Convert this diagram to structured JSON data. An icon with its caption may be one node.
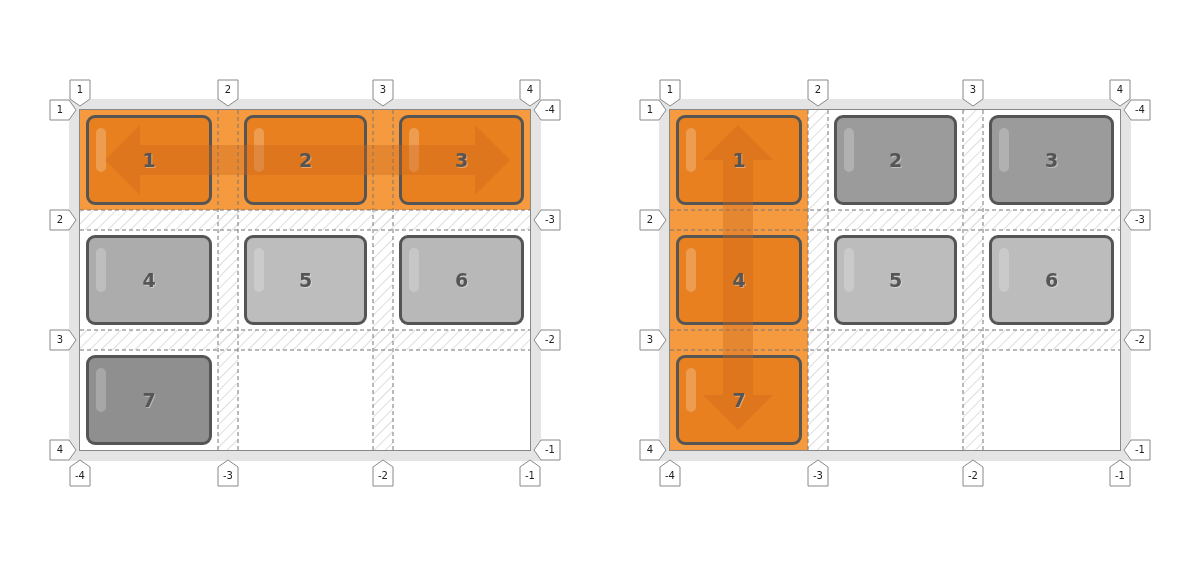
{
  "diagram": {
    "nodes": [
      {
        "text": [],
        "shape": "box"
      },
      {
        "text": [
          "1"
        ],
        "in": 0
      },
      {
        "text": [
          "2"
        ],
        "in": 0
      },
      {
        "text": [
          "3"
        ],
        "in": 0
      },
      {
        "text": [
          "4"
        ],
        "in": 0
      },
      {
        "text": [
          "5"
        ],
        "in": 0
      },
      {
        "text": [
          "6"
        ],
        "in": 0
      },
      {
        "text": [
          "7"
        ],
        "in": 0
      },
      {
        "text": [],
        "shape": "box"
      },
      {
        "text": [
          "1"
        ],
        "in": 8
      },
      {
        "text": [
          "2"
        ],
        "in": 8
      },
      {
        "text": [
          "3"
        ],
        "in": 8
      },
      {
        "text": [
          "4"
        ],
        "in": 8
      },
      {
        "text": [
          "5"
        ],
        "in": 8
      },
      {
        "text": [
          "6"
        ],
        "in": 8
      },
      {
        "text": [
          "7"
        ],
        "in": 8
      }
    ],
    "edges": [],
    "labels": [
      "1",
      "2",
      "3",
      "4",
      "1",
      "-4",
      "2",
      "-3",
      "3",
      "-2",
      "4",
      "-1",
      "-4",
      "-3",
      "-2",
      "-1",
      "1",
      "2",
      "3",
      "4",
      "1",
      "-4",
      "2",
      "-3",
      "3",
      "-2",
      "4",
      "-1",
      "-4",
      "-3",
      "-2",
      "-1"
    ]
  }
}
